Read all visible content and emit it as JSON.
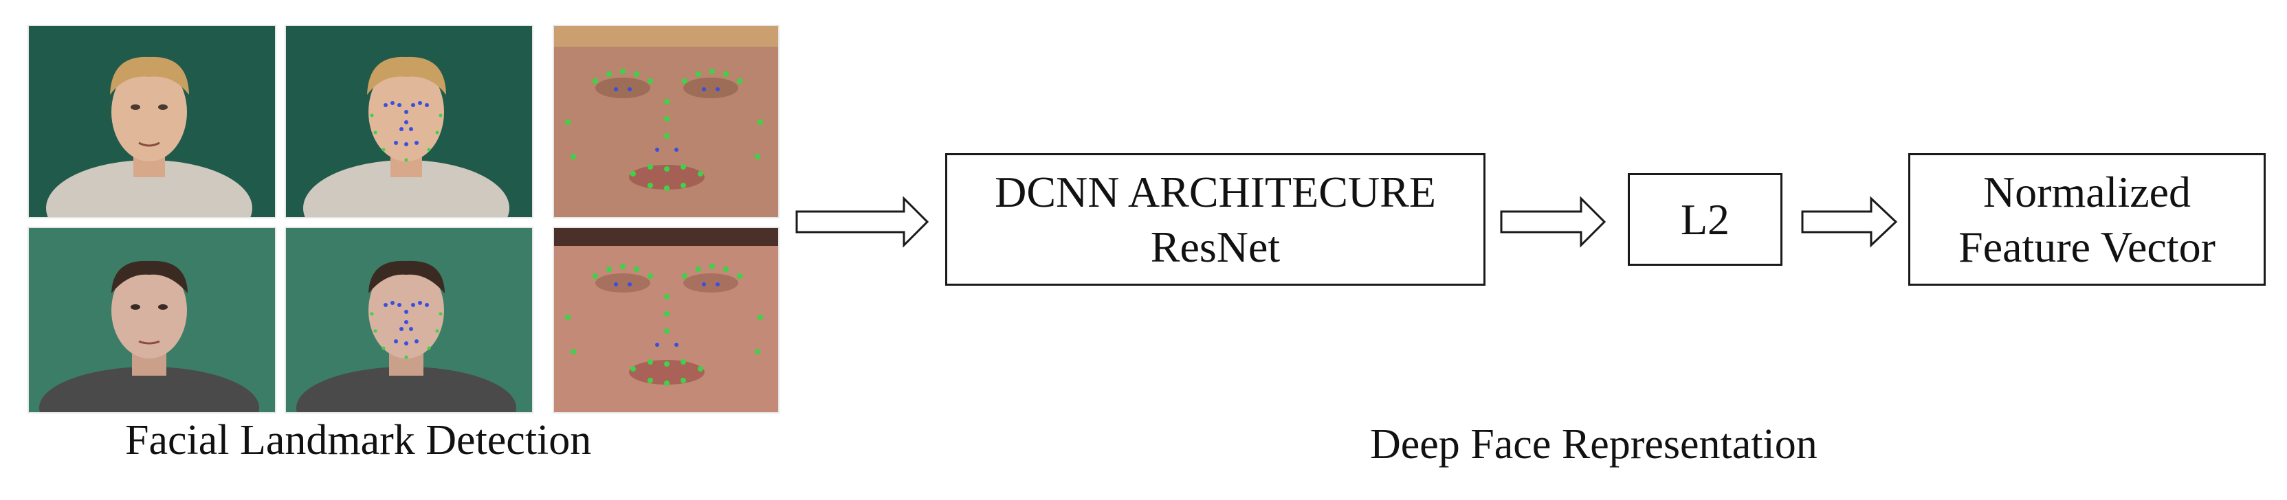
{
  "landmark_section": {
    "caption": "Facial Landmark Detection",
    "photos": [
      {
        "subject": "subject-1",
        "kind": "original"
      },
      {
        "subject": "subject-1",
        "kind": "landmarks"
      },
      {
        "subject": "subject-1",
        "kind": "landmarks-closeup"
      },
      {
        "subject": "subject-2",
        "kind": "original"
      },
      {
        "subject": "subject-2",
        "kind": "landmarks"
      },
      {
        "subject": "subject-2",
        "kind": "landmarks-closeup"
      }
    ]
  },
  "pipeline": {
    "dcnn_box": {
      "line1": "DCNN ARCHITECURE",
      "line2": "ResNet"
    },
    "l2_box": {
      "label": "L2"
    },
    "output_box": {
      "line1": "Normalized",
      "line2": "Feature Vector"
    },
    "caption": "Deep Face Representation"
  },
  "colors": {
    "landmark_dot": "#3fd14a",
    "landmark_index": "#3a4fe0",
    "background_subject_1": "#1f5a4a",
    "background_subject_2": "#3b7d66"
  }
}
